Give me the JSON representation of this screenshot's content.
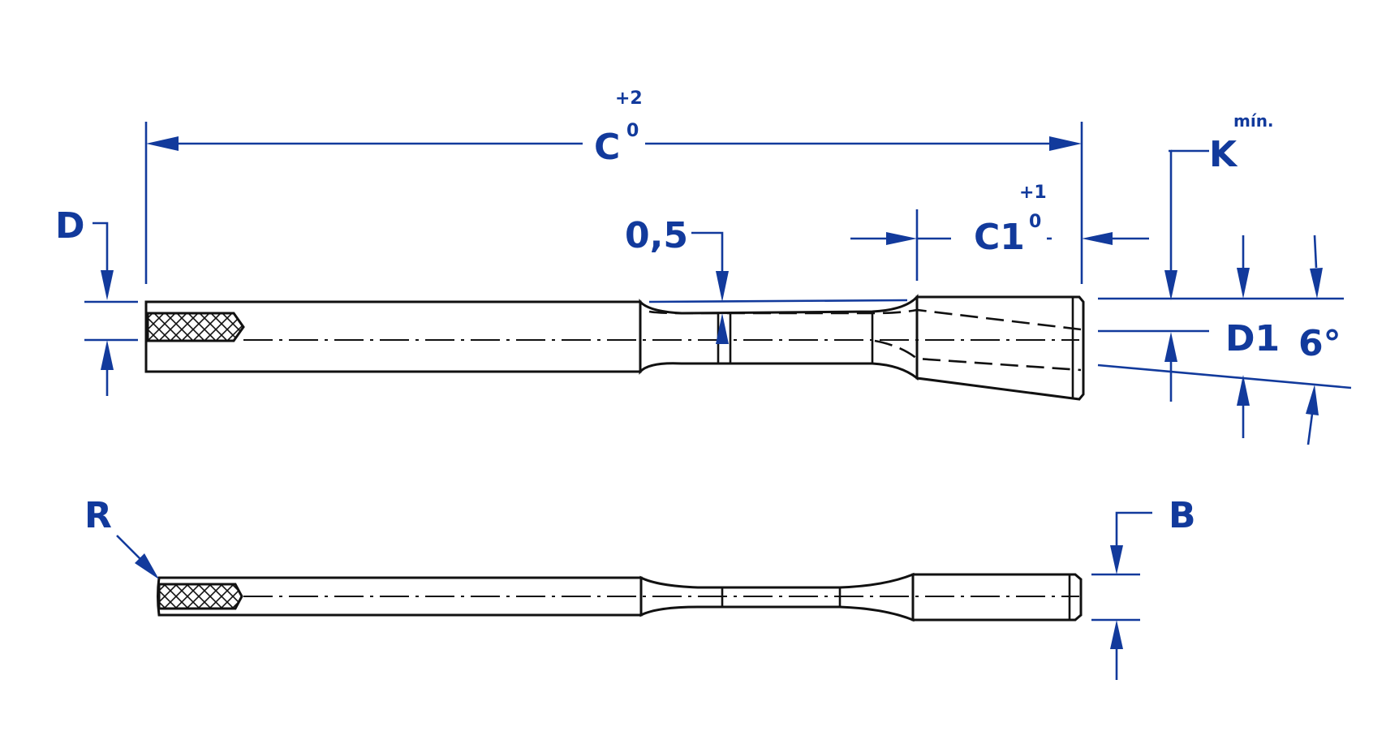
{
  "labels": {
    "C": "C",
    "C_tol_upper": "+2",
    "C_tol_lower": "0",
    "K": "K",
    "K_suffix": "mín.",
    "D": "D",
    "groove_depth": "0,5",
    "C1": "C1",
    "C1_tol_upper": "+1",
    "C1_tol_lower": "0",
    "D1": "D1",
    "angle": "6°",
    "R": "R",
    "B": "B"
  },
  "colors": {
    "dimension": "#123a9c",
    "outline": "#111111",
    "background": "#ffffff"
  }
}
